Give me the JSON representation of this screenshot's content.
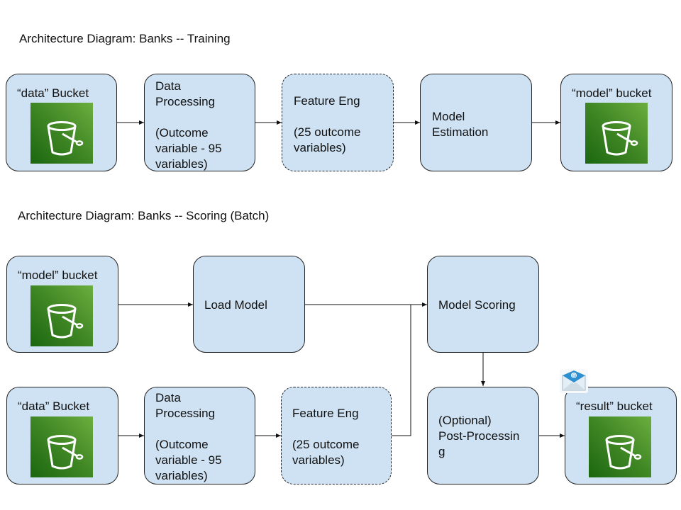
{
  "training": {
    "title": "Architecture Diagram: Banks -- Training",
    "data_bucket": "“data” Bucket",
    "data_processing": "Data\nProcessing\n\n(Outcome\nvariable - 95\nvariables)",
    "feature_eng": "Feature Eng\n\n(25 outcome\nvariables)",
    "model_estimation": "Model\nEstimation",
    "model_bucket": "“model” bucket"
  },
  "scoring": {
    "title": "Architecture Diagram: Banks -- Scoring (Batch)",
    "model_bucket": "“model” bucket",
    "load_model": "Load Model",
    "model_scoring": "Model Scoring",
    "data_bucket": "“data” Bucket",
    "data_processing": "Data\nProcessing\n\n(Outcome\nvariable - 95\nvariables)",
    "feature_eng": "Feature Eng\n\n(25 outcome\nvariables)",
    "post_processing": "(Optional)\nPost-Processin\ng",
    "result_bucket": "“result” bucket"
  },
  "icons": {
    "bucket": "s3-bucket-icon",
    "mail": "email-notification-icon"
  },
  "colors": {
    "box_fill": "#cfe2f3",
    "bucket_green": "#3f8624",
    "mail_blue": "#1e88c8"
  }
}
